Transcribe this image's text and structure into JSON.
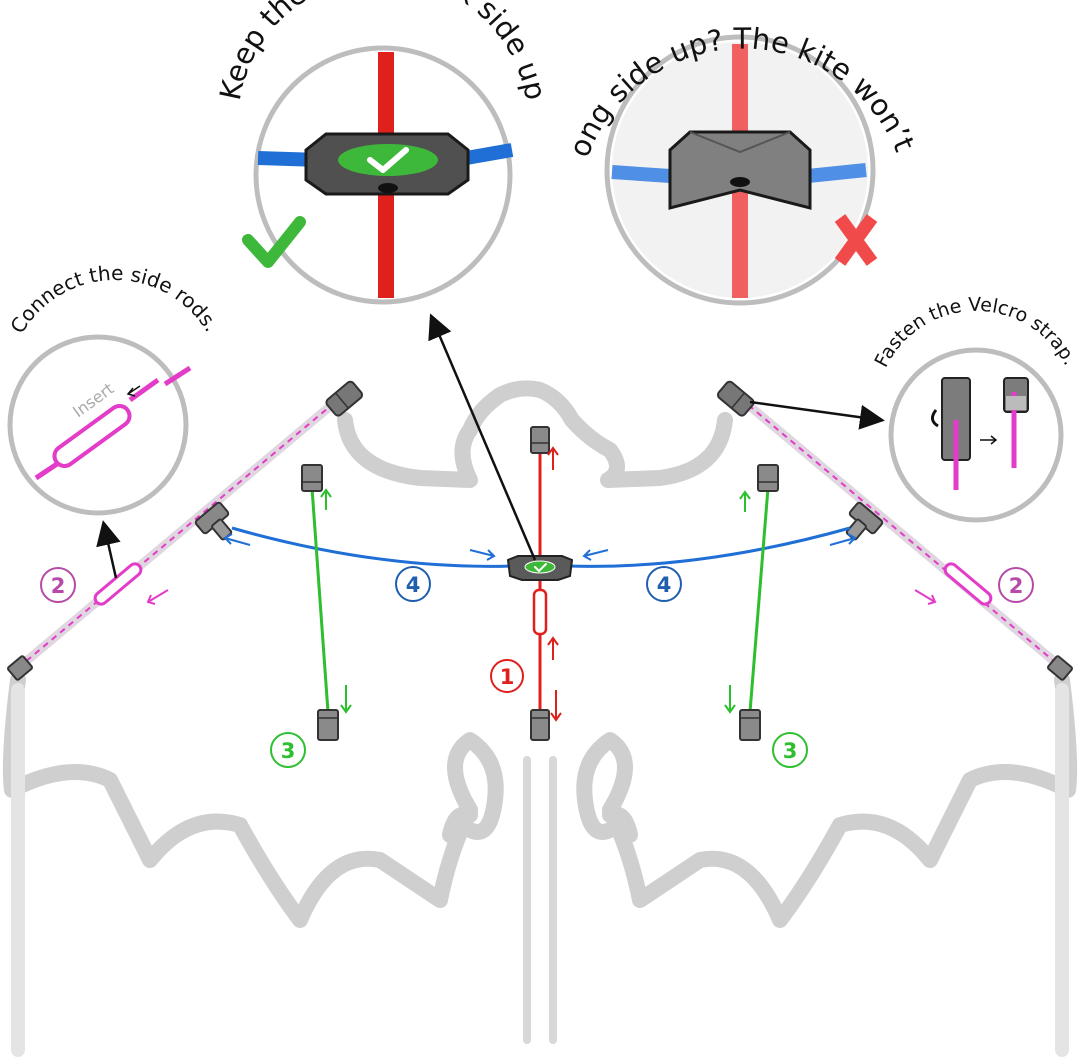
{
  "callouts": {
    "top_left": "Keep the checkmark side up",
    "top_right": "Wrong side up? The kite won’t fly",
    "side_left": "Connect the side rods.",
    "side_right": "Fasten the Velcro strap.",
    "insert_label": "Insert"
  },
  "steps": {
    "step1": "1",
    "step2": "2",
    "step3": "3",
    "step4": "4"
  },
  "icons": {
    "ok": "checkmark-icon",
    "wrong": "x-mark-icon"
  },
  "colors": {
    "spine_red": "#e0201c",
    "spreader_blue": "#1f6fd6",
    "stand_green": "#2ebf2e",
    "side_magenta": "#e23cc8",
    "outline_grey": "#cfcfcf",
    "connector_dark": "#555555",
    "badge_green": "#3db83a",
    "x_red": "#f04a4a",
    "step_red": "#e0201c",
    "step_magenta": "#b74aa8",
    "step_green": "#2ebf2e",
    "step_blue": "#1f5fae"
  }
}
